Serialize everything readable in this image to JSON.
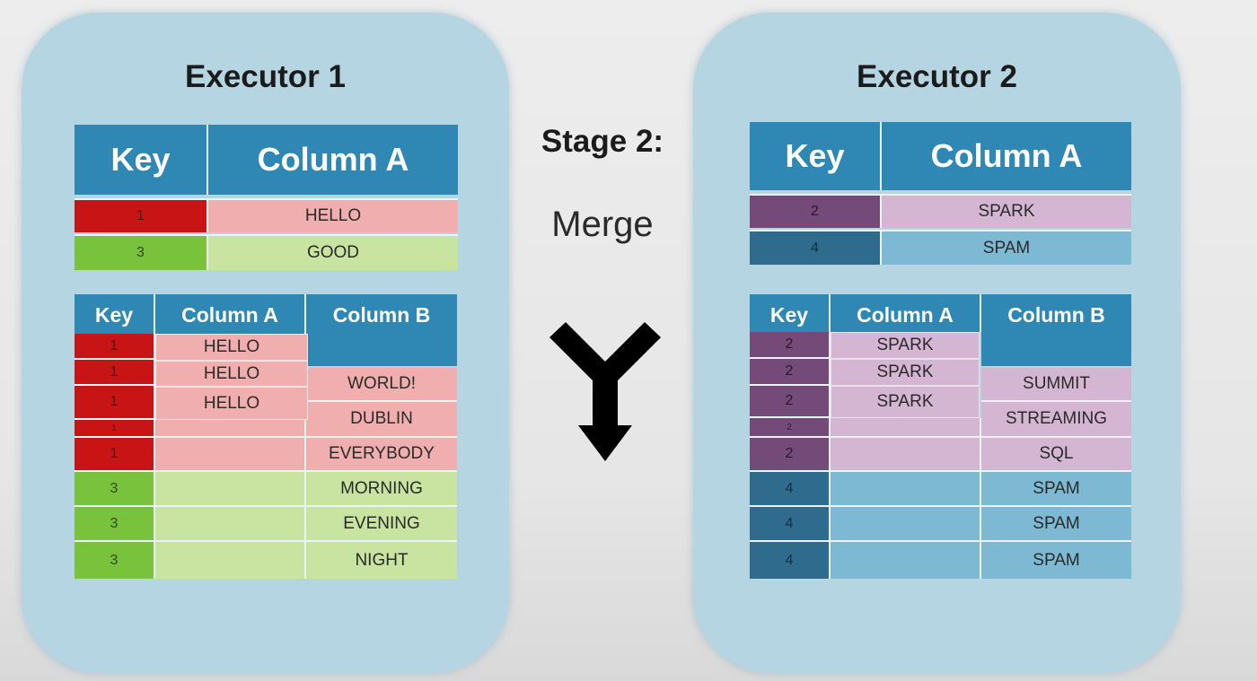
{
  "executor1": {
    "title": "Executor 1",
    "table1": {
      "headers": [
        "Key",
        "Column A"
      ],
      "rows": [
        [
          "1",
          "HELLO"
        ],
        [
          "3",
          "GOOD"
        ]
      ]
    },
    "table2": {
      "headers": [
        "Key",
        "Column A",
        "Column B"
      ],
      "keys": [
        "1",
        "1",
        "1",
        "1",
        "1",
        "3",
        "3",
        "3"
      ],
      "col_a": [
        "HELLO",
        "HELLO",
        "HELLO"
      ],
      "col_b": [
        "WORLD!",
        "DUBLIN",
        "EVERYBODY",
        "MORNING",
        "EVENING",
        "NIGHT"
      ]
    }
  },
  "executor2": {
    "title": "Executor 2",
    "table1": {
      "headers": [
        "Key",
        "Column A"
      ],
      "rows": [
        [
          "2",
          "SPARK"
        ],
        [
          "4",
          "SPAM"
        ]
      ]
    },
    "table2": {
      "headers": [
        "Key",
        "Column A",
        "Column B"
      ],
      "keys": [
        "2",
        "2",
        "2",
        "2",
        "2",
        "4",
        "4",
        "4"
      ],
      "col_a": [
        "SPARK",
        "SPARK",
        "SPARK"
      ],
      "col_b": [
        "SUMMIT",
        "STREAMING",
        "SQL",
        "SPAM",
        "SPAM",
        "SPAM"
      ]
    }
  },
  "stage": {
    "title": "Stage 2:",
    "operation": "Merge"
  },
  "icons": {
    "merge": "merge-arrow-icon"
  },
  "colors": {
    "panel": "#b5d5e3",
    "header": "#2f88b4",
    "key1": "#c81414",
    "key1_values": "#f1aeae",
    "key3": "#79c23c",
    "key3_values": "#c8e4a0",
    "key2": "#744b78",
    "key2_values": "#d5b6d2",
    "key4": "#2f6b8c",
    "key4_values": "#7db9d2"
  }
}
